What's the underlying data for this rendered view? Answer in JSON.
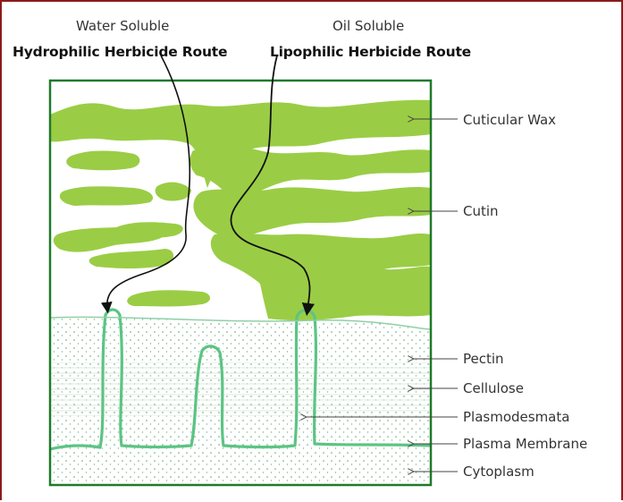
{
  "routes": {
    "water": {
      "solubility": "Water Soluble",
      "title": "Hydrophilic Herbicide Route"
    },
    "oil": {
      "solubility": "Oil Soluble",
      "title": "Lipophilic Herbicide Route"
    }
  },
  "layers": [
    {
      "label": "Cuticular Wax"
    },
    {
      "label": "Cutin"
    },
    {
      "label": "Pectin"
    },
    {
      "label": "Cellulose"
    },
    {
      "label": "Plasmodesmata"
    },
    {
      "label": "Plasma Membrane"
    },
    {
      "label": "Cytoplasm"
    }
  ],
  "colors": {
    "border": "#8b1a1a",
    "wax": "#9acd45",
    "box": "#1f7a2a",
    "membrane": "#5cc483"
  }
}
